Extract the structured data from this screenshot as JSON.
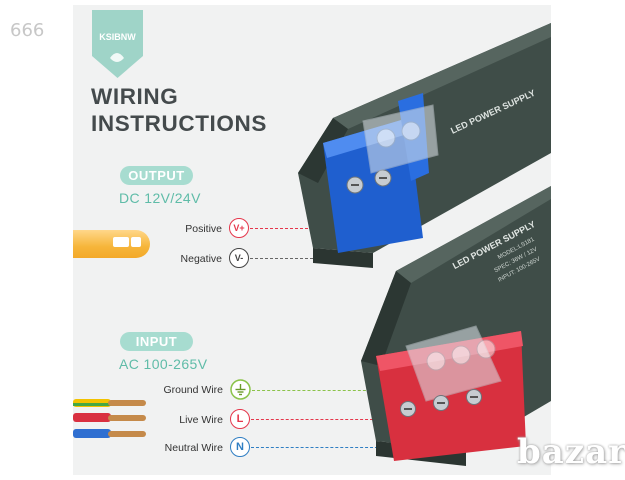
{
  "watermarks": {
    "number": "666",
    "bazar": "bazar"
  },
  "brand": {
    "name": "KSIBNW"
  },
  "title": {
    "line1": "WIRING",
    "line2": "INSTRUCTIONS"
  },
  "output": {
    "pill": "OUTPUT",
    "voltage": "DC 12V/24V",
    "positive_label": "Positive",
    "positive_symbol": "V+",
    "negative_label": "Negative",
    "negative_symbol": "V-"
  },
  "input": {
    "pill": "INPUT",
    "voltage": "AC 100-265V",
    "ground_label": "Ground Wire",
    "live_label": "Live Wire",
    "live_symbol": "L",
    "neutral_label": "Neutral Wire",
    "neutral_symbol": "N"
  },
  "device": {
    "label": "LED POWER SUPPLY",
    "model": "MODEL:LS181",
    "spec": "SPEC: 36W / 12V",
    "input_line": "INPUT: 100-265V"
  },
  "colors": {
    "accent_teal": "#5fbca8",
    "pill_bg": "#a7dcd0",
    "red": "#e5364b",
    "blue": "#2f7ec3",
    "green": "#8bc34a",
    "case": "#3d4a45"
  }
}
